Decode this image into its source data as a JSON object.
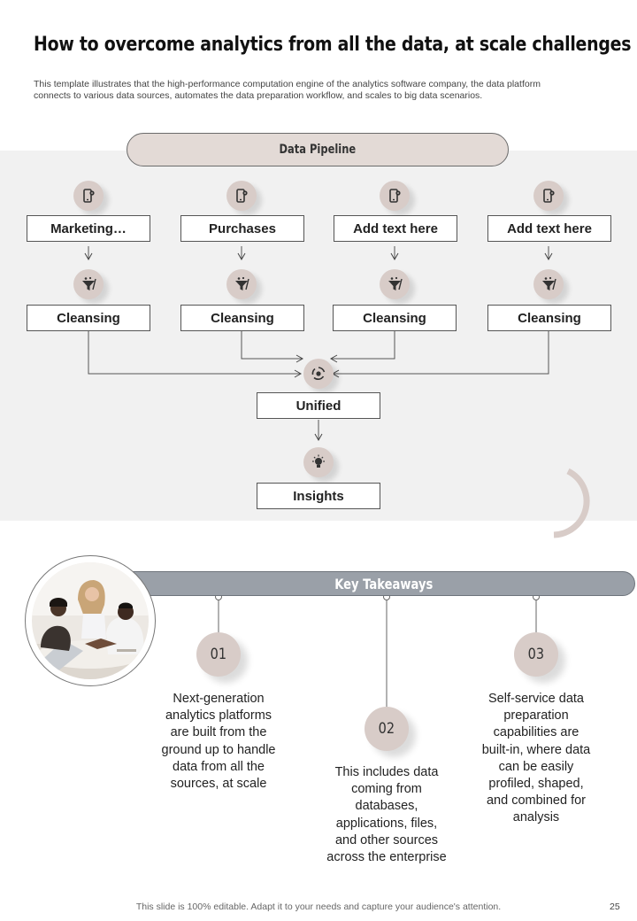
{
  "title": "How to overcome analytics from all the data, at scale challenges",
  "subtitle": "This template illustrates that the high-performance computation engine of the analytics software company, the data platform connects to various data sources, automates the data preparation workflow, and scales to big data scenarios.",
  "pipeline": {
    "header": "Data Pipeline",
    "sources": [
      {
        "label": "Marketing…",
        "icon": "mobile-settings-icon"
      },
      {
        "label": "Purchases",
        "icon": "mobile-settings-icon"
      },
      {
        "label": "Add text here",
        "icon": "mobile-settings-icon"
      },
      {
        "label": "Add text here",
        "icon": "mobile-settings-icon"
      }
    ],
    "cleansing": [
      {
        "label": "Cleansing",
        "icon": "filter-funnel-icon"
      },
      {
        "label": "Cleansing",
        "icon": "filter-funnel-icon"
      },
      {
        "label": "Cleansing",
        "icon": "filter-funnel-icon"
      },
      {
        "label": "Cleansing",
        "icon": "filter-funnel-icon"
      }
    ],
    "unified": {
      "label": "Unified",
      "icon": "recycle-icon"
    },
    "insights": {
      "label": "Insights",
      "icon": "lightbulb-icon"
    }
  },
  "key_takeaways": {
    "header": "Key Takeaways",
    "items": [
      {
        "number": "01",
        "text": "Next-generation analytics platforms are built from the ground up to handle data from all the sources, at scale"
      },
      {
        "number": "02",
        "text": "This includes data coming from databases, applications, files, and other sources across the enterprise"
      },
      {
        "number": "03",
        "text": "Self-service data preparation capabilities are built-in, where data can be easily profiled, shaped, and combined for analysis"
      }
    ]
  },
  "footer": "This slide is 100% editable. Adapt it to your needs and capture your audience's attention.",
  "page_number": "25",
  "colors": {
    "accent": "#d8ccc8",
    "header_fill": "#e3dad6",
    "bar": "#9aa0a8",
    "band": "#f1f1f1"
  }
}
